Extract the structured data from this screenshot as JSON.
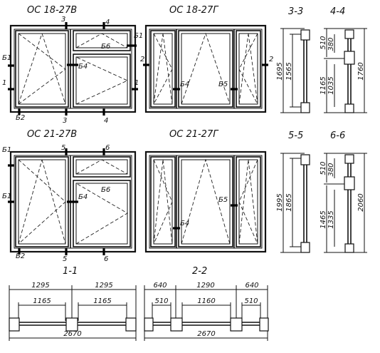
{
  "views": {
    "v1": {
      "title": "ОС 18-27В"
    },
    "v2": {
      "title": "ОС 18-27Г"
    },
    "v3": {
      "title": "ОС 21-27В"
    },
    "v4": {
      "title": "ОС 21-27Г"
    }
  },
  "sections": {
    "s33": {
      "title": "3-3",
      "dims": [
        "1695",
        "1565"
      ]
    },
    "s44": {
      "title": "4-4",
      "dims": [
        "510",
        "380",
        "1165",
        "1035",
        "1760"
      ]
    },
    "s55": {
      "title": "5-5",
      "dims": [
        "1995",
        "1865"
      ]
    },
    "s66": {
      "title": "6-6",
      "dims": [
        "510",
        "380",
        "1465",
        "1335",
        "2060"
      ]
    },
    "s11": {
      "title": "1-1",
      "dims": [
        "1295",
        "1295",
        "1165",
        "1165",
        "2670"
      ]
    },
    "s22": {
      "title": "2-2",
      "dims": [
        "640",
        "1290",
        "640",
        "510",
        "1160",
        "510",
        "2670"
      ]
    }
  },
  "labels": {
    "b1": "Б1",
    "b2": "Б2",
    "b4": "Б4",
    "b5": "Б5",
    "b6": "Б6",
    "n1": "1",
    "n2": "2",
    "n3": "3",
    "n4": "4",
    "n5": "5",
    "n6": "6"
  }
}
